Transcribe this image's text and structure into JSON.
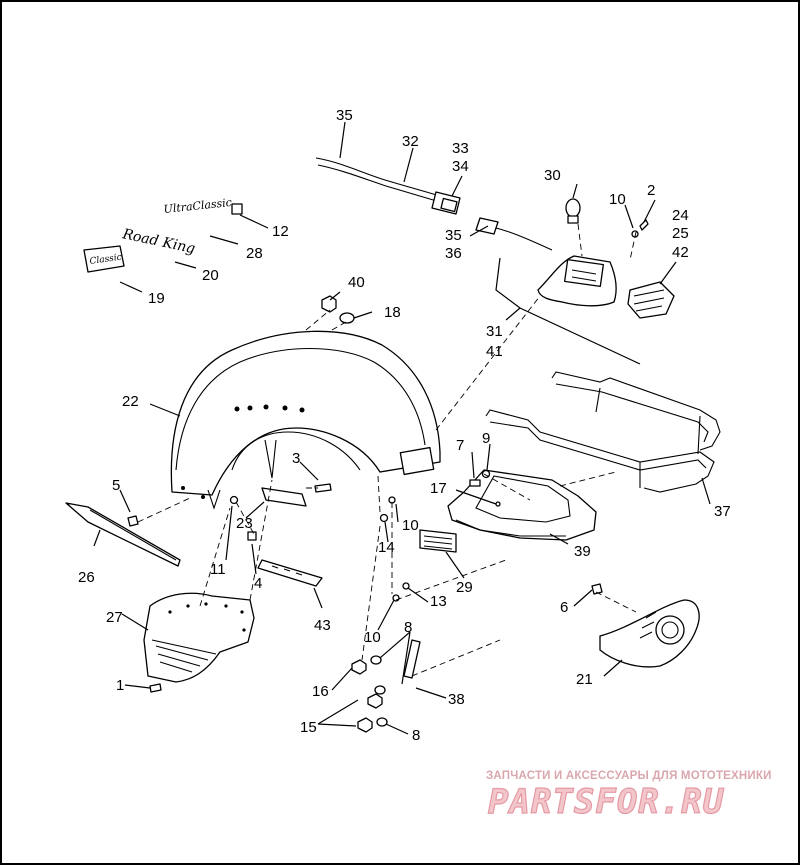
{
  "frame_color": "#000000",
  "watermark": {
    "caption": "ЗАПЧАСТИ И АКСЕССУАРЫ ДЛЯ МОТОТЕХНИКИ",
    "logo": "PARTSFOR.RU",
    "caption_color": "#d9a7ad",
    "logo_color": "#f2c6cb"
  },
  "emblems": {
    "ultra_classic": "UltraClassic",
    "road_king": "Road King",
    "classic": "Classic"
  },
  "callouts": [
    "1",
    "2",
    "3",
    "4",
    "5",
    "6",
    "7",
    "8",
    "8",
    "9",
    "10",
    "10",
    "10",
    "11",
    "12",
    "13",
    "14",
    "15",
    "16",
    "17",
    "18",
    "19",
    "20",
    "21",
    "22",
    "23",
    "24",
    "25",
    "26",
    "27",
    "28",
    "29",
    "30",
    "31",
    "32",
    "33",
    "34",
    "35",
    "35",
    "36",
    "37",
    "38",
    "39",
    "40",
    "41",
    "42",
    "43"
  ]
}
